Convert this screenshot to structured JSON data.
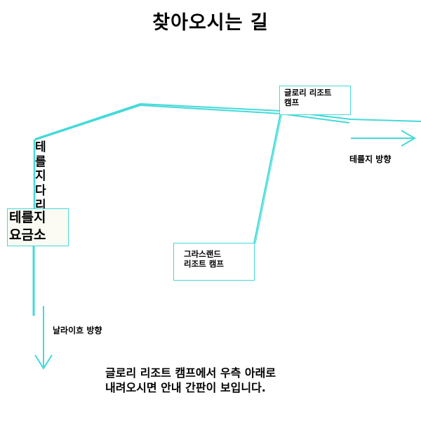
{
  "title": "찾아오시는 길",
  "places": {
    "glory_resort": {
      "line1": "글로리 리조트",
      "line2": "캠프"
    },
    "grassland_resort": {
      "line1": "그라스랜드",
      "line2": "리조트 캠프"
    },
    "teleulji_toll": {
      "line1": "테를지",
      "line2": "요금소"
    },
    "teleulji_bridge": {
      "chars": [
        "테",
        "를",
        "지",
        "다",
        "리"
      ]
    }
  },
  "directions": {
    "teleulji": "테를지 방향",
    "nalaiho": "날라이흐 방향"
  },
  "note": {
    "line1": "글로리 리조트 캠프에서 우측 아래로",
    "line2": "내려오시면 안내 간판이 보입니다."
  },
  "colors": {
    "road": "#44d9d9",
    "box_border": "#44d9d9",
    "text": "#000000",
    "background": "#ffffff"
  }
}
